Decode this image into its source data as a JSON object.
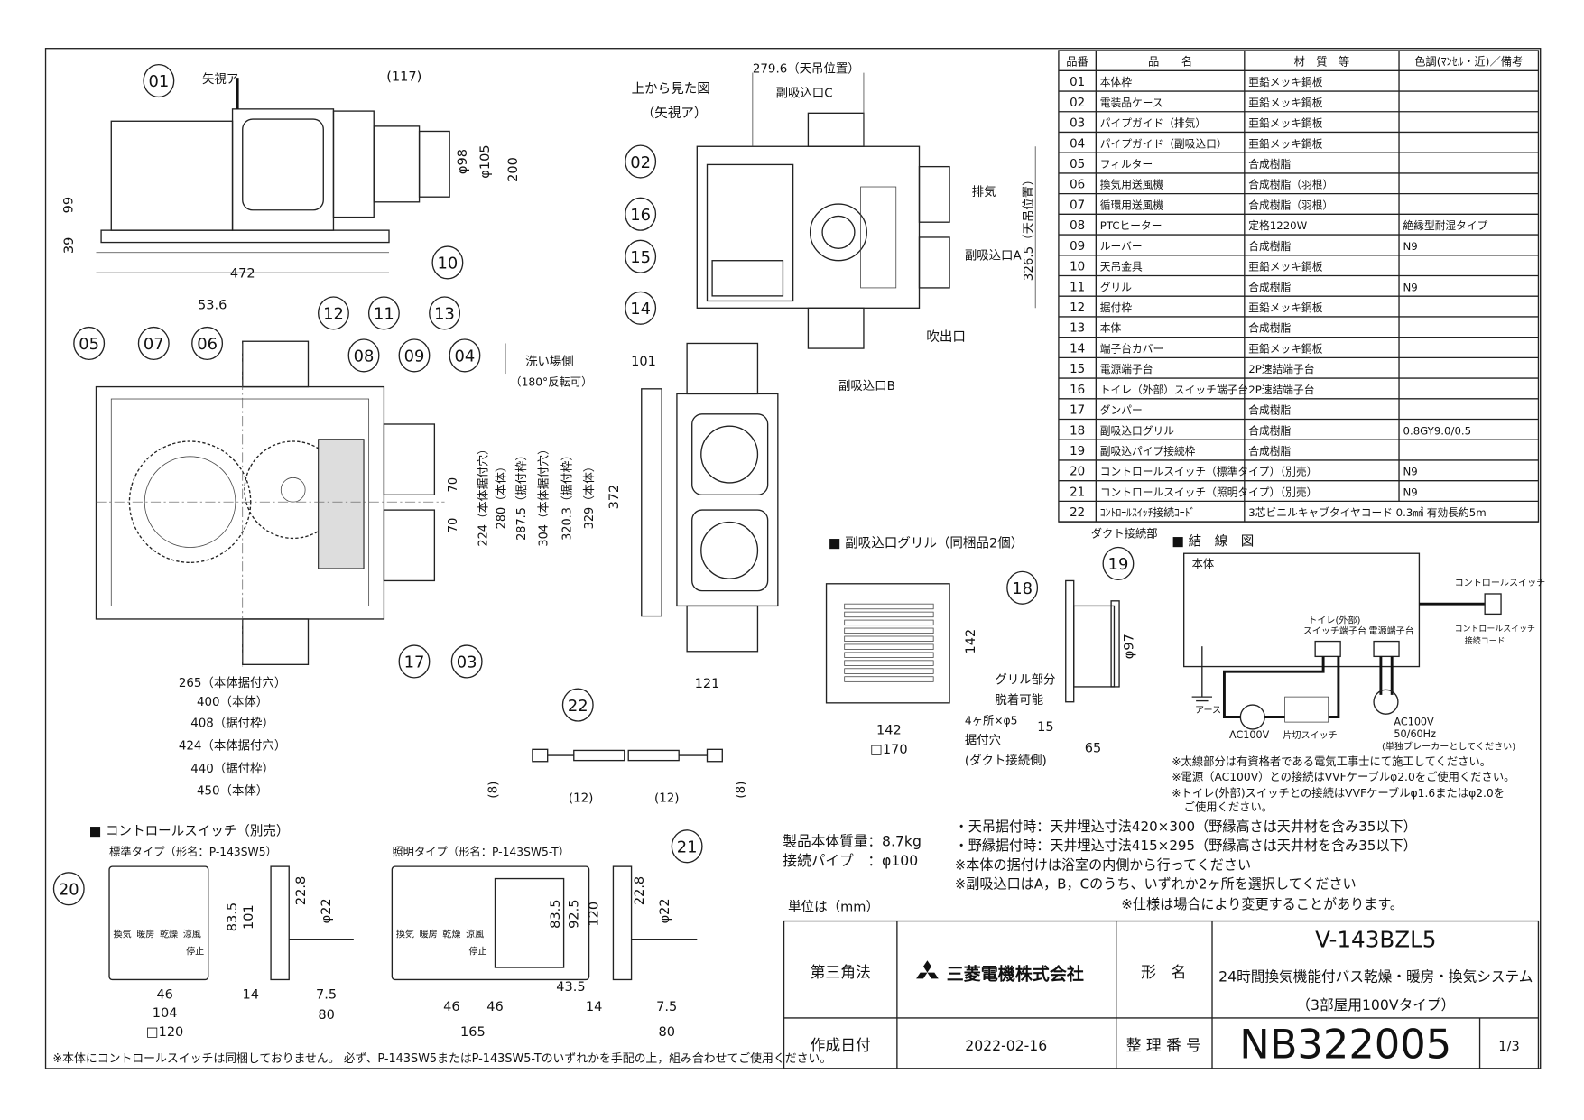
{
  "parts_table": {
    "headers": [
      "品番",
      "品　　名",
      "材　質　等",
      "色調(ﾏﾝｾﾙ・近)／備考"
    ],
    "rows": [
      {
        "no": "01",
        "name": "本体枠",
        "material": "亜鉛メッキ鋼板",
        "note": ""
      },
      {
        "no": "02",
        "name": "電装品ケース",
        "material": "亜鉛メッキ鋼板",
        "note": ""
      },
      {
        "no": "03",
        "name": "パイプガイド（排気）",
        "material": "亜鉛メッキ鋼板",
        "note": ""
      },
      {
        "no": "04",
        "name": "パイプガイド（副吸込口）",
        "material": "亜鉛メッキ鋼板",
        "note": ""
      },
      {
        "no": "05",
        "name": "フィルター",
        "material": "合成樹脂",
        "note": ""
      },
      {
        "no": "06",
        "name": "換気用送風機",
        "material": "合成樹脂（羽根）",
        "note": ""
      },
      {
        "no": "07",
        "name": "循環用送風機",
        "material": "合成樹脂（羽根）",
        "note": ""
      },
      {
        "no": "08",
        "name": "PTCヒーター",
        "material": "定格1220W",
        "note": "絶縁型耐湿タイプ"
      },
      {
        "no": "09",
        "name": "ルーバー",
        "material": "合成樹脂",
        "note": "N9"
      },
      {
        "no": "10",
        "name": "天吊金具",
        "material": "亜鉛メッキ鋼板",
        "note": ""
      },
      {
        "no": "11",
        "name": "グリル",
        "material": "合成樹脂",
        "note": "N9"
      },
      {
        "no": "12",
        "name": "据付枠",
        "material": "亜鉛メッキ鋼板",
        "note": ""
      },
      {
        "no": "13",
        "name": "本体",
        "material": "合成樹脂",
        "note": ""
      },
      {
        "no": "14",
        "name": "端子台カバー",
        "material": "亜鉛メッキ鋼板",
        "note": ""
      },
      {
        "no": "15",
        "name": "電源端子台",
        "material": "2P速結端子台",
        "note": ""
      },
      {
        "no": "16",
        "name": "トイレ（外部）スイッチ端子台",
        "material": "2P速結端子台",
        "note": ""
      },
      {
        "no": "17",
        "name": "ダンパー",
        "material": "合成樹脂",
        "note": ""
      },
      {
        "no": "18",
        "name": "副吸込口グリル",
        "material": "合成樹脂",
        "note": "0.8GY9.0/0.5"
      },
      {
        "no": "19",
        "name": "副吸込パイプ接続枠",
        "material": "合成樹脂",
        "note": ""
      },
      {
        "no": "20",
        "name": "コントロールスイッチ（標準タイプ）（別売）",
        "material": "",
        "note": "N9"
      },
      {
        "no": "21",
        "name": "コントロールスイッチ（照明タイプ）（別売）",
        "material": "",
        "note": "N9"
      },
      {
        "no": "22",
        "name": "ｺﾝﾄﾛｰﾙｽｲｯﾁ接続ｺｰﾄﾞ",
        "material": "3芯ビニルキャブタイヤコード 0.3㎟ 有効長約5m",
        "note": ""
      }
    ]
  },
  "title_block": {
    "projection": "第三角法",
    "company": "三菱電機株式会社",
    "model_label": "形　名",
    "model": "V-143BZL5",
    "description": "24時間換気機能付バス乾燥・暖房・換気システム",
    "description2": "（3部屋用100Vタイプ）",
    "date_label": "作成日付",
    "date": "2022-02-16",
    "number_label": "整 理 番 号",
    "number": "NB322005",
    "sheet": "1/3",
    "unit": "単位は（mm）"
  },
  "specs": {
    "mass": "製品本体質量：8.7kg",
    "pipe": "接続パイプ　：φ100",
    "notes": [
      "・天吊据付時：天井埋込寸法420×300（野縁高さは天井材を含み35以下）",
      "・野縁据付時：天井埋込寸法415×295（野縁高さは天井材を含み35以下）",
      "※本体の据付けは浴室の内側から行ってください",
      "※副吸込口はA，B，Cのうち、いずれか2ヶ所を選択してください",
      "※仕様は場合により変更することがあります。"
    ]
  },
  "bottom_note": "※本体にコントロールスイッチは同梱しておりません。 必ず、P-143SW5またはP-143SW5-Tのいずれかを手配の上，組み合わせてご使用ください。",
  "wiring": {
    "title": "■ 結　線　図",
    "body": "本体",
    "control_switch": "コントロールスイッチ",
    "cord1": "コントロールスイッチ",
    "cord2": "接続コード",
    "toilet1": "トイレ(外部)",
    "toilet2": "スイッチ端子台",
    "power_terminal": "電源端子台",
    "earth": "アース",
    "ac_left": "AC100V",
    "switch": "片切スイッチ",
    "ac_right": "AC100V",
    "freq": "50/60Hz",
    "breaker": "(単独ブレーカーとしてください)",
    "notes": [
      "※太線部分は有資格者である電気工事士にて施工してください。",
      "※電源（AC100V）との接続はVVFケーブルφ2.0をご使用ください。",
      "※トイレ(外部)スイッチとの接続はVVFケーブルφ1.6またはφ2.0を",
      "ご使用ください。"
    ]
  },
  "grille": {
    "title": "■ 副吸込口グリル（同梱品2個）",
    "duct_part": "ダクト接続部",
    "removable1": "グリル部分",
    "removable2": "脱着可能",
    "holes": "4ヶ所×φ5",
    "holes2": "据付穴",
    "holes3": "(ダクト接続側)",
    "dims": [
      "142",
      "142",
      "□170",
      "15",
      "65",
      "φ97"
    ]
  },
  "top_view": {
    "title1": "上から見た図",
    "title2": "（矢視ア）",
    "dim_width": "279.6（天吊位置）",
    "dim_depth": "326.5（天吊位置）",
    "inlet_c": "副吸込口C",
    "inlet_a": "副吸込口A",
    "inlet_b": "副吸込口B",
    "exhaust": "排気",
    "outlet": "吹出口"
  },
  "side_view": {
    "arrow_label": "矢視ア",
    "dims": [
      "(117)",
      "φ98",
      "φ105",
      "200",
      "99",
      "39",
      "472",
      "101",
      "121",
      "372"
    ]
  },
  "plan_view": {
    "wash_side": "洗い場側",
    "rotate": "（180°反転可）",
    "dim_536": "53.6",
    "h_dims": [
      "265（本体据付穴）",
      "400（本体）",
      "408（据付枠）",
      "424（本体据付穴）",
      "440（据付枠）",
      "450（本体）"
    ],
    "v_dims": [
      "70",
      "70",
      "224（本体据付穴）",
      "280（本体）",
      "287.5（据付枠）",
      "304（本体据付穴）",
      "320.3（据付枠）",
      "329（本体）"
    ]
  },
  "cord": {
    "dims": [
      "(8)",
      "(12)",
      "(12)",
      "(8)"
    ]
  },
  "control_switch": {
    "title": "■ コントロールスイッチ（別売）",
    "standard": "標準タイプ（形名：P-143SW5）",
    "lighting": "照明タイプ（形名：P-143SW5-T）",
    "buttons": [
      "換気",
      "暖房",
      "乾燥",
      "涼風",
      "停止"
    ],
    "std_dims": [
      "83.5",
      "101",
      "22.8",
      "φ22",
      "46",
      "104",
      "□120",
      "14",
      "7.5",
      "80"
    ],
    "lit_dims": [
      "83.5",
      "92.5",
      "120",
      "22.8",
      "φ22",
      "43.5",
      "46",
      "46",
      "165",
      "14",
      "7.5",
      "80"
    ]
  },
  "callouts": [
    "01",
    "02",
    "03",
    "04",
    "05",
    "06",
    "07",
    "08",
    "09",
    "10",
    "11",
    "12",
    "13",
    "14",
    "15",
    "16",
    "17",
    "18",
    "19",
    "20",
    "21",
    "22"
  ]
}
